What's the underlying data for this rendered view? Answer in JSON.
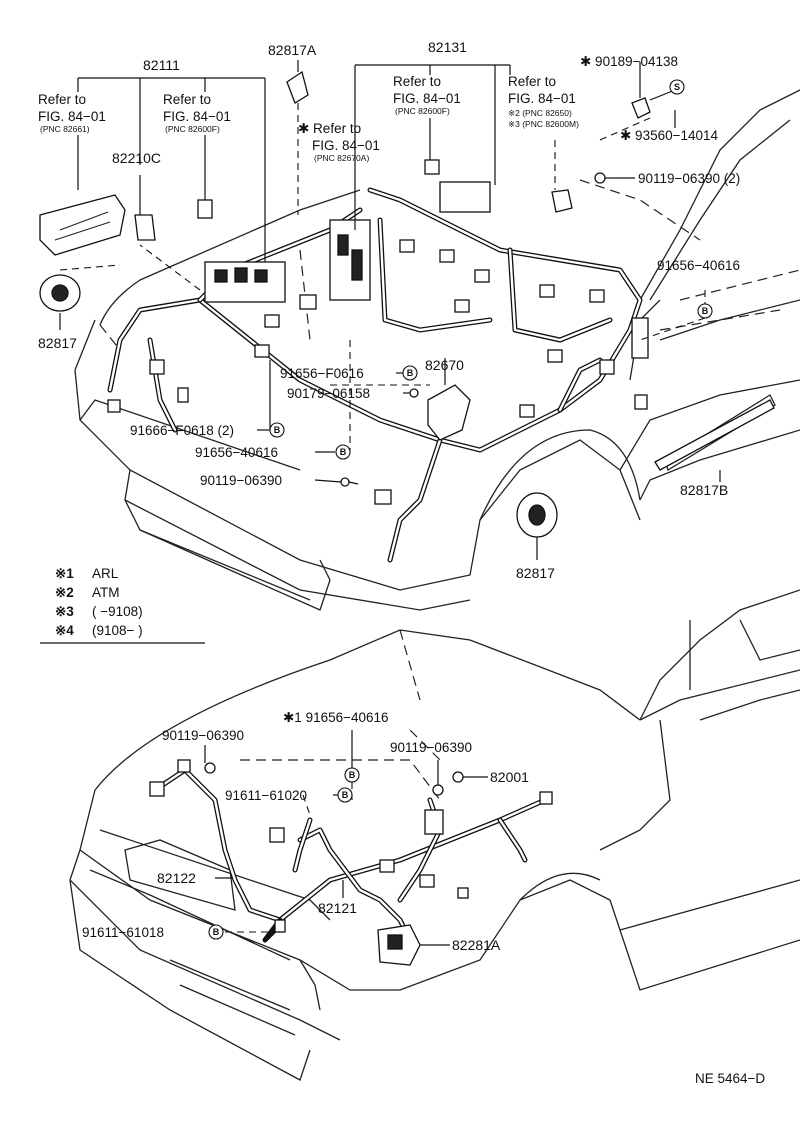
{
  "upper": {
    "parts": {
      "p82111": "82111",
      "p82817A": "82817A",
      "p82131": "82131",
      "p82210C": "82210C",
      "p82817_left": "82817",
      "p82817_right": "82817",
      "p82670": "82670",
      "p82817B": "82817B"
    },
    "refs": {
      "ref1": {
        "line1": "Refer to",
        "line2": "FIG. 84−01",
        "pnc": "(PNC 82661)"
      },
      "ref2": {
        "line1": "Refer to",
        "line2": "FIG. 84−01",
        "pnc": "(PNC 82600F)"
      },
      "ref3": {
        "line1": "✱ Refer to",
        "line2": "FIG. 84−01",
        "pnc": "(PNC 82670A)"
      },
      "ref4": {
        "line1": "Refer to",
        "line2": "FIG. 84−01",
        "pnc": "(PNC 82600F)"
      },
      "ref5": {
        "line1": "Refer to",
        "line2": "FIG. 84−01",
        "pnc1": "※2 (PNC 82650)",
        "pnc2": "※3 (PNC 82600M)"
      }
    },
    "fasteners": {
      "f90189": "✱ 90189−04138",
      "f93560": "✱ 93560−14014",
      "f90119_2": "90119−06390 (2)",
      "f91656_40616_r": "91656−40616",
      "f91656_F0616": "91656−F0616",
      "f90179": "90179−06158",
      "f91666": "91666−F0618 (2)",
      "f91656_40616_c": "91656−40616",
      "f90119_c": "90119−06390"
    }
  },
  "legend": [
    {
      "mark": "※1",
      "text": "ARL"
    },
    {
      "mark": "※2",
      "text": "ATM"
    },
    {
      "mark": "※3",
      "text": "(        −9108)"
    },
    {
      "mark": "※4",
      "text": "(9108−          )"
    }
  ],
  "lower": {
    "parts": {
      "p82001": "82001",
      "p82122": "82122",
      "p82121": "82121",
      "p82281A": "82281A"
    },
    "fasteners": {
      "f90119_l": "90119−06390",
      "f91656_40616": "✱1 91656−40616",
      "f90119_r": "90119−06390",
      "f91611_61020": "91611−61020",
      "f91611_61018": "91611−61018"
    }
  },
  "symbols": {
    "b": "B",
    "s": "S"
  },
  "footer": {
    "code": "NE 5464−D"
  }
}
